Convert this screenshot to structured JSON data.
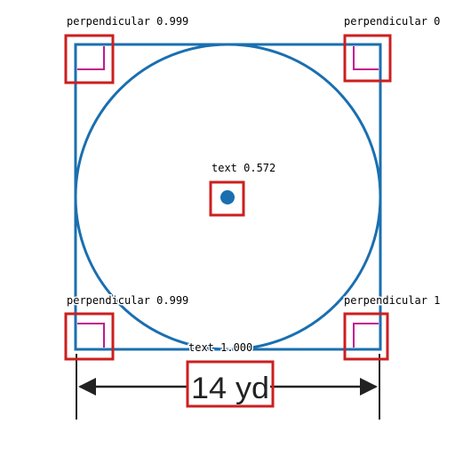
{
  "diagram": {
    "dimension_label": "14 yd"
  },
  "detections": {
    "perp_tl": "perpendicular 0.999",
    "perp_tr": "perpendicular 0",
    "perp_bl": "perpendicular 0.999",
    "perp_br": "perpendicular 1",
    "text_center": "text 0.572",
    "text_dimension": "text 1.000"
  },
  "colors": {
    "shape": "#1a6fb0",
    "right_angle": "#c2188f",
    "detection_box": "#cc1f1f",
    "dimension_line": "#222222"
  }
}
